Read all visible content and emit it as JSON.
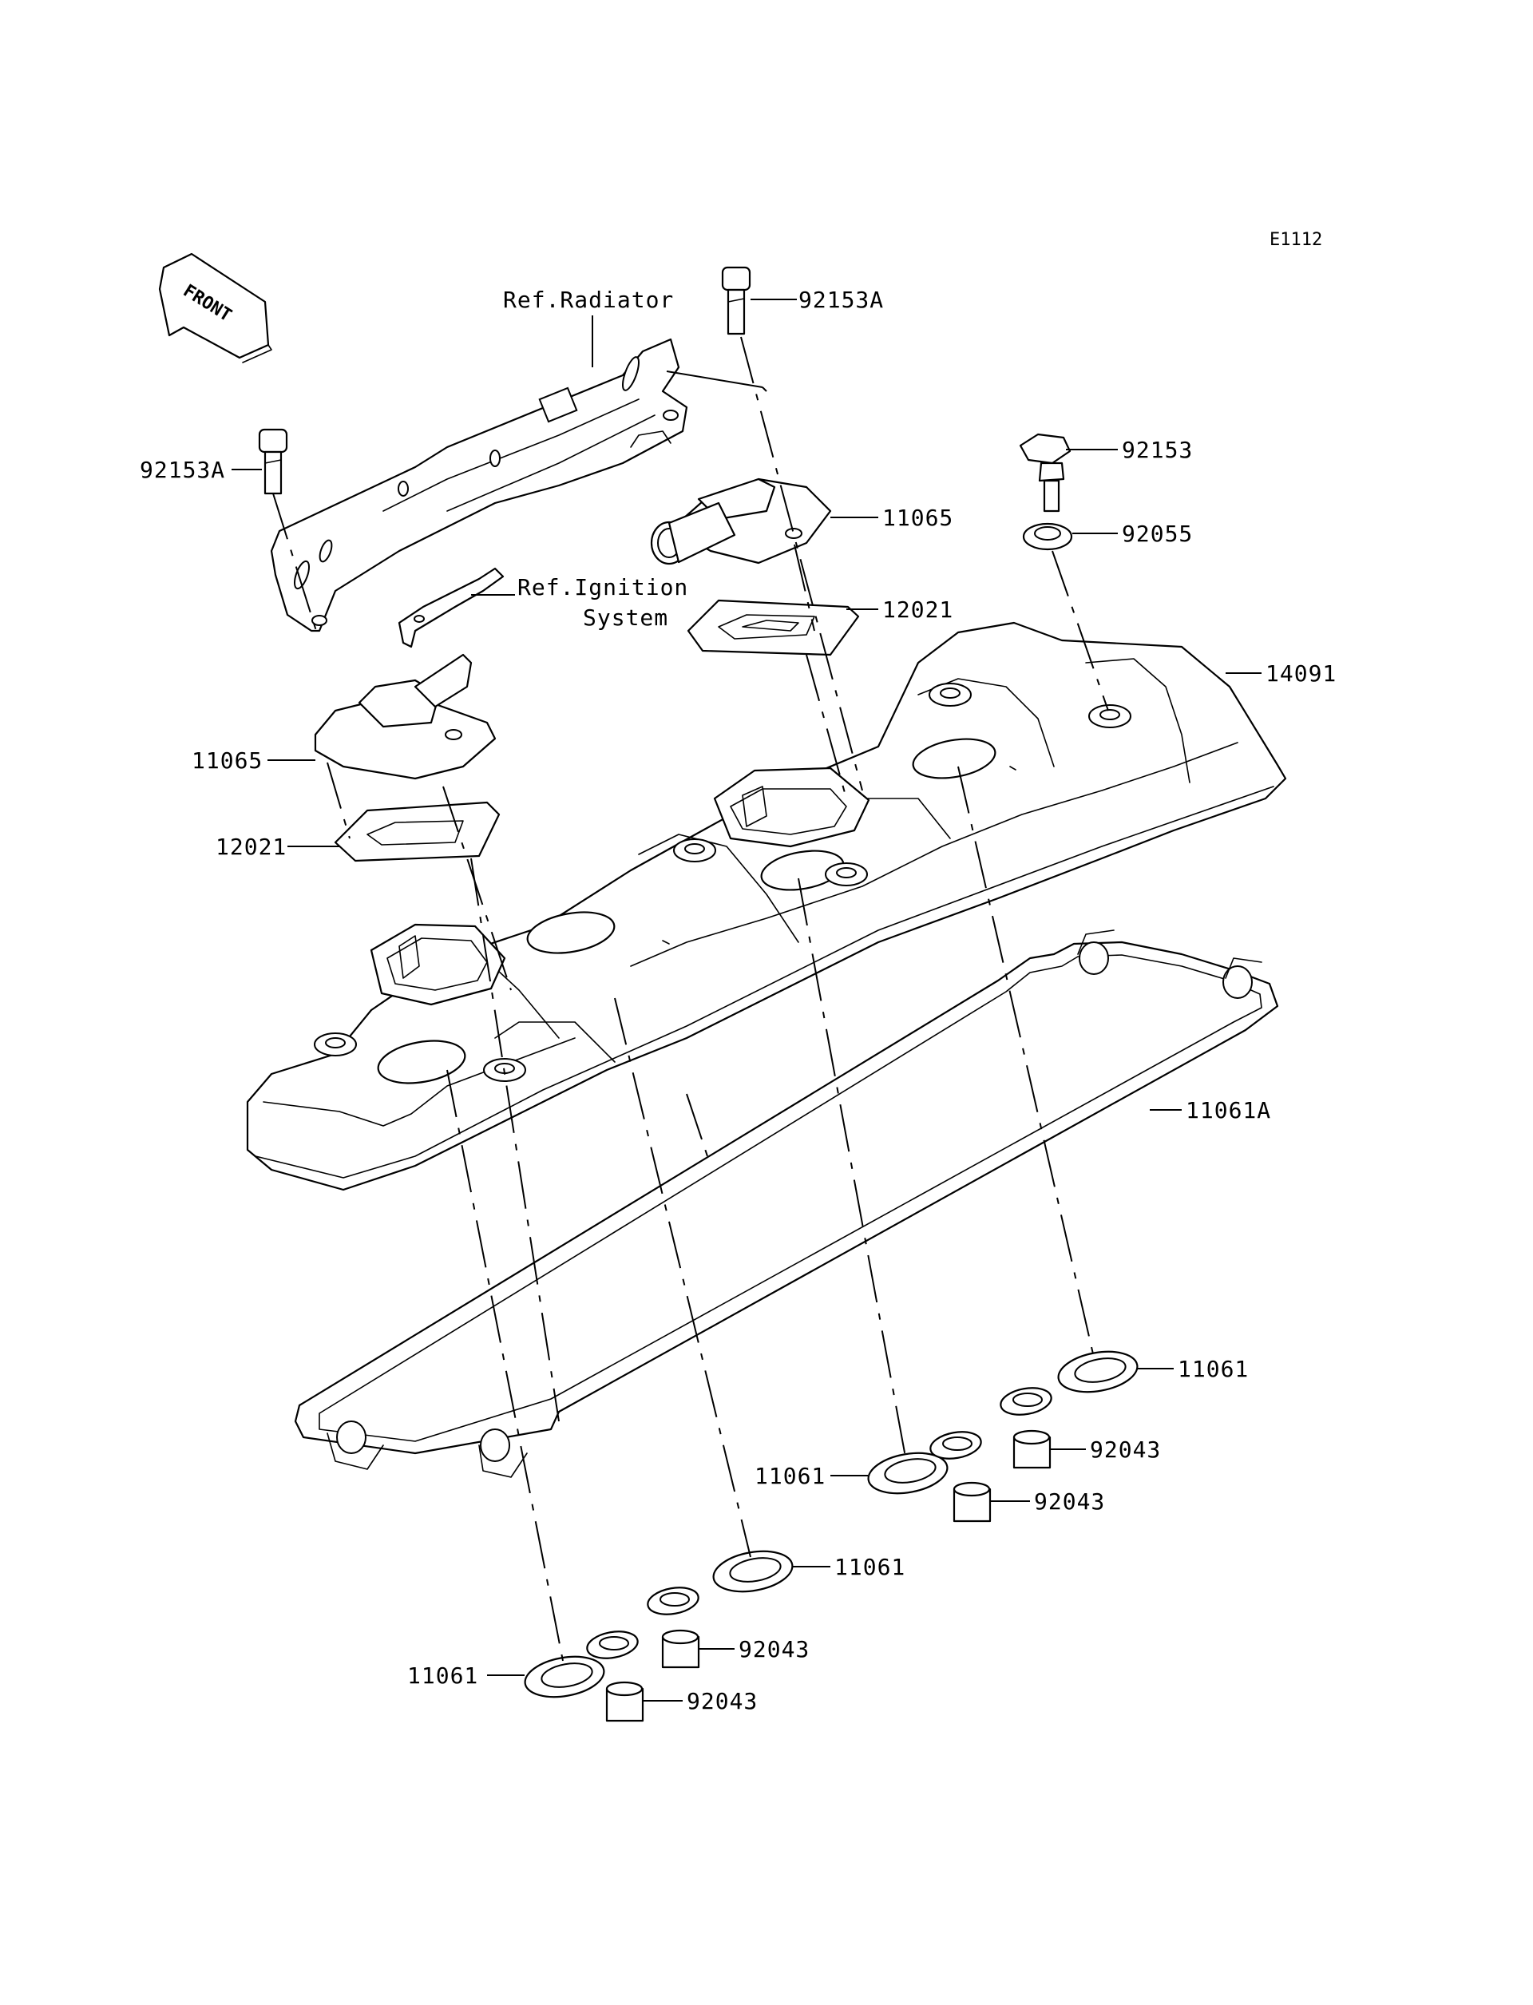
{
  "diagram_code": "E1112",
  "front_label": "FRONT",
  "labels": {
    "bolt_92153a_top": "92153A",
    "bolt_92153a_left": "92153A",
    "ref_radiator": "Ref.Radiator",
    "ref_ignition_line1": "Ref.Ignition",
    "ref_ignition_line2": "System",
    "bolt_92153": "92153",
    "washer_92055": "92055",
    "cover_11065_right": "11065",
    "gasket_12021_right": "12021",
    "head_cover_14091": "14091",
    "cover_11065_left": "11065",
    "gasket_12021_left": "12021",
    "gasket_11061a": "11061A",
    "gasket_11061_a": "11061",
    "pin_92043_a": "92043",
    "gasket_11061_b": "11061",
    "pin_92043_b": "92043",
    "gasket_11061_c": "11061",
    "pin_92043_c": "92043",
    "gasket_11061_d": "11061",
    "pin_92043_d": "92043"
  }
}
